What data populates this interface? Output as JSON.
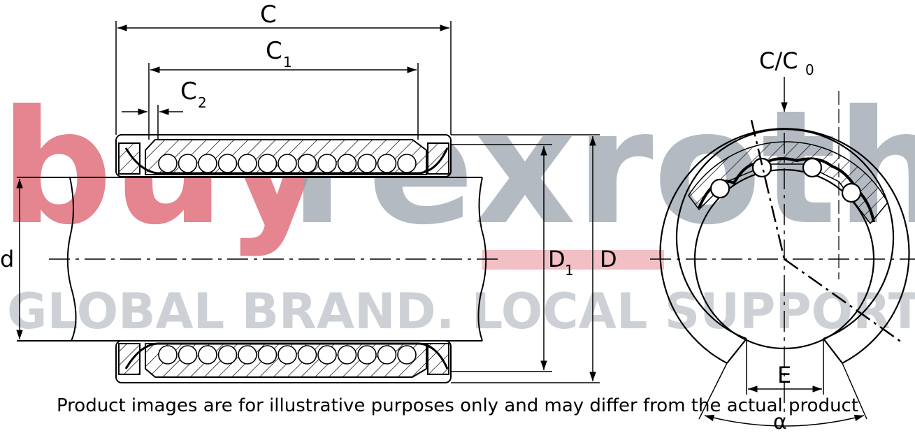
{
  "watermark": {
    "brand_prefix": "buy",
    "brand_name": "rexroth",
    "tagline": "GLOBAL BRAND. LOCAL SUPPORT.",
    "prefix_color": "#e0707c",
    "name_color": "#9aa3ad",
    "tagline_color": "#b8bec5"
  },
  "labels": {
    "overall_length": "C",
    "length_1": "C",
    "length_1_sub": "1",
    "length_2": "C",
    "length_2_sub": "2",
    "shaft_diameter": "d",
    "inner_diameter": "D",
    "inner_diameter_sub": "1",
    "outer_diameter": "D",
    "load_ratio": "C/C",
    "load_ratio_sub": "0",
    "opening_width": "E",
    "opening_angle": "α"
  },
  "disclaimer": "Product images are for illustrative purposes only and may differ from the actual product"
}
